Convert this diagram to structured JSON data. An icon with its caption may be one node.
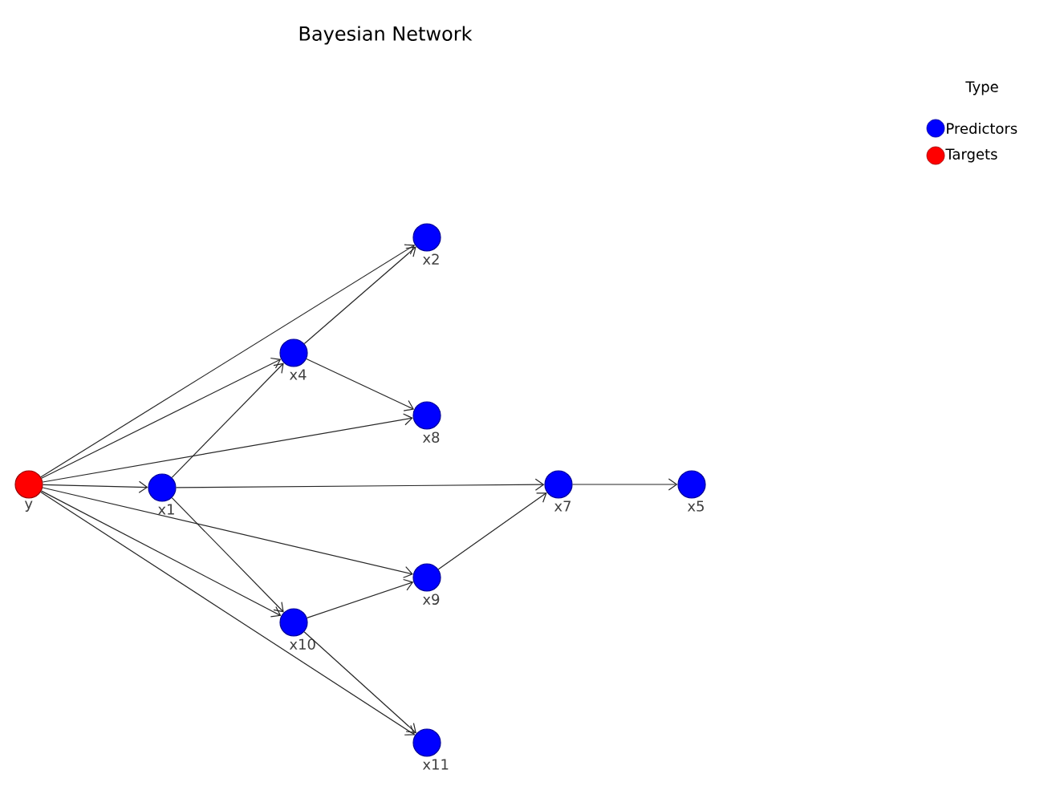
{
  "diagram": {
    "title": "Bayesian Network",
    "nodes": [
      {
        "text": [],
        "shape": "circle",
        "beside": [
          "y"
        ]
      },
      {
        "text": [],
        "shape": "circle",
        "beside": [
          "x1"
        ]
      },
      {
        "text": [],
        "shape": "circle",
        "beside": [
          "x4"
        ]
      },
      {
        "text": [],
        "shape": "circle",
        "beside": [
          "x2"
        ]
      },
      {
        "text": [],
        "shape": "circle",
        "beside": [
          "x8"
        ]
      },
      {
        "text": [],
        "shape": "circle",
        "beside": [
          "x7"
        ]
      },
      {
        "text": [],
        "shape": "circle",
        "beside": [
          "x5"
        ]
      },
      {
        "text": [],
        "shape": "circle",
        "beside": [
          "x9"
        ]
      },
      {
        "text": [],
        "shape": "circle",
        "beside": [
          "x10"
        ]
      },
      {
        "text": [],
        "shape": "circle",
        "beside": [
          "x11"
        ]
      }
    ],
    "edges": [
      {
        "from": 0,
        "to": 3,
        "arrow": "to"
      },
      {
        "from": 0,
        "to": 2,
        "arrow": "to"
      },
      {
        "from": 0,
        "to": 4,
        "arrow": "to"
      },
      {
        "from": 0,
        "to": 1,
        "arrow": "to"
      },
      {
        "from": 0,
        "to": 7,
        "arrow": "to"
      },
      {
        "from": 0,
        "to": 8,
        "arrow": "to"
      },
      {
        "from": 0,
        "to": 9,
        "arrow": "to"
      },
      {
        "from": 1,
        "to": 2,
        "arrow": "to"
      },
      {
        "from": 1,
        "to": 5,
        "arrow": "to"
      },
      {
        "from": 1,
        "to": 8,
        "arrow": "to"
      },
      {
        "from": 2,
        "to": 3,
        "arrow": "to"
      },
      {
        "from": 2,
        "to": 4,
        "arrow": "to"
      },
      {
        "from": 8,
        "to": 7,
        "arrow": "to"
      },
      {
        "from": 8,
        "to": 9,
        "arrow": "to"
      },
      {
        "from": 7,
        "to": 5,
        "arrow": "to"
      },
      {
        "from": 5,
        "to": 6,
        "arrow": "to"
      }
    ],
    "labels": [
      "Type"
    ],
    "legend": [
      {
        "text": "Predictors",
        "color": "#0000ff"
      },
      {
        "text": "Targets",
        "color": "#ff0000"
      }
    ]
  }
}
